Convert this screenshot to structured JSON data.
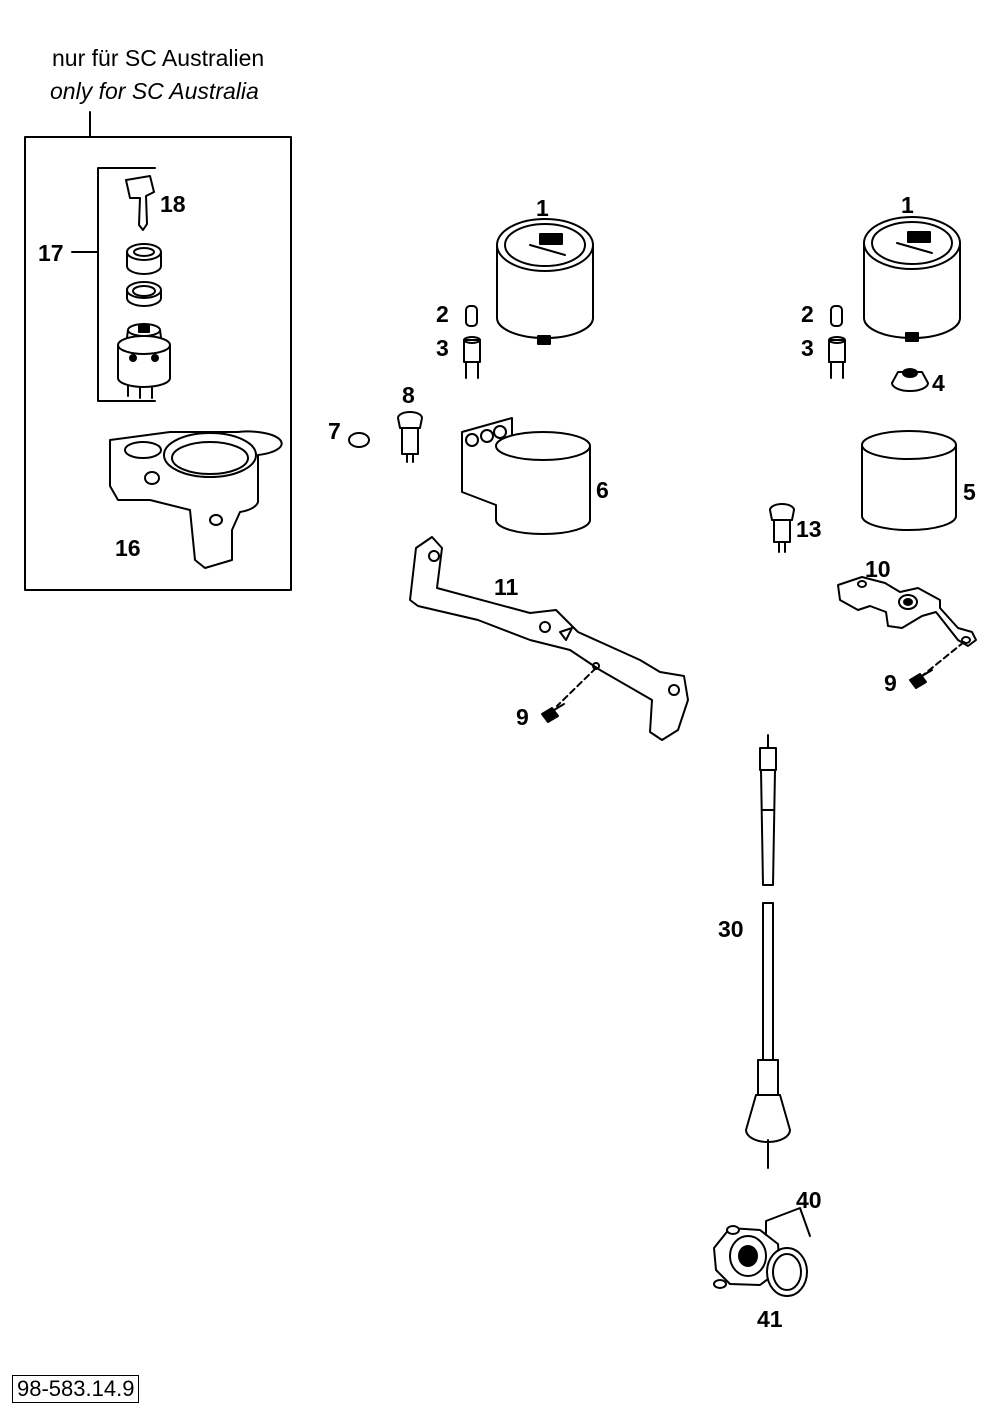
{
  "header_note": {
    "german": "nur für SC Australien",
    "english": "only for SC Australia"
  },
  "document_number": "98-583.14.9",
  "callouts": [
    {
      "id": "c18",
      "label": "18",
      "part": "ignition key"
    },
    {
      "id": "c17",
      "label": "17",
      "part": "ignition switch set"
    },
    {
      "id": "c16",
      "label": "16",
      "part": "instrument housing with switch"
    },
    {
      "id": "c1a",
      "label": "1",
      "part": "speedometer"
    },
    {
      "id": "c1b",
      "label": "1",
      "part": "speedometer"
    },
    {
      "id": "c2a",
      "label": "2",
      "part": "bulb"
    },
    {
      "id": "c2b",
      "label": "2",
      "part": "bulb"
    },
    {
      "id": "c3a",
      "label": "3",
      "part": "bulb socket"
    },
    {
      "id": "c3b",
      "label": "3",
      "part": "bulb socket"
    },
    {
      "id": "c4",
      "label": "4",
      "part": "grommet"
    },
    {
      "id": "c5",
      "label": "5",
      "part": "speedometer housing"
    },
    {
      "id": "c6",
      "label": "6",
      "part": "speedometer housing with indicator lamps"
    },
    {
      "id": "c7",
      "label": "7",
      "part": "plug"
    },
    {
      "id": "c8",
      "label": "8",
      "part": "indicator lamp"
    },
    {
      "id": "c9a",
      "label": "9",
      "part": "screw"
    },
    {
      "id": "c9b",
      "label": "9",
      "part": "screw"
    },
    {
      "id": "c10",
      "label": "10",
      "part": "bracket"
    },
    {
      "id": "c11",
      "label": "11",
      "part": "bracket"
    },
    {
      "id": "c13",
      "label": "13",
      "part": "indicator lamp"
    },
    {
      "id": "c30",
      "label": "30",
      "part": "speedometer cable"
    },
    {
      "id": "c40",
      "label": "40",
      "part": "speedometer drive"
    },
    {
      "id": "c41",
      "label": "41",
      "part": "ring"
    }
  ]
}
